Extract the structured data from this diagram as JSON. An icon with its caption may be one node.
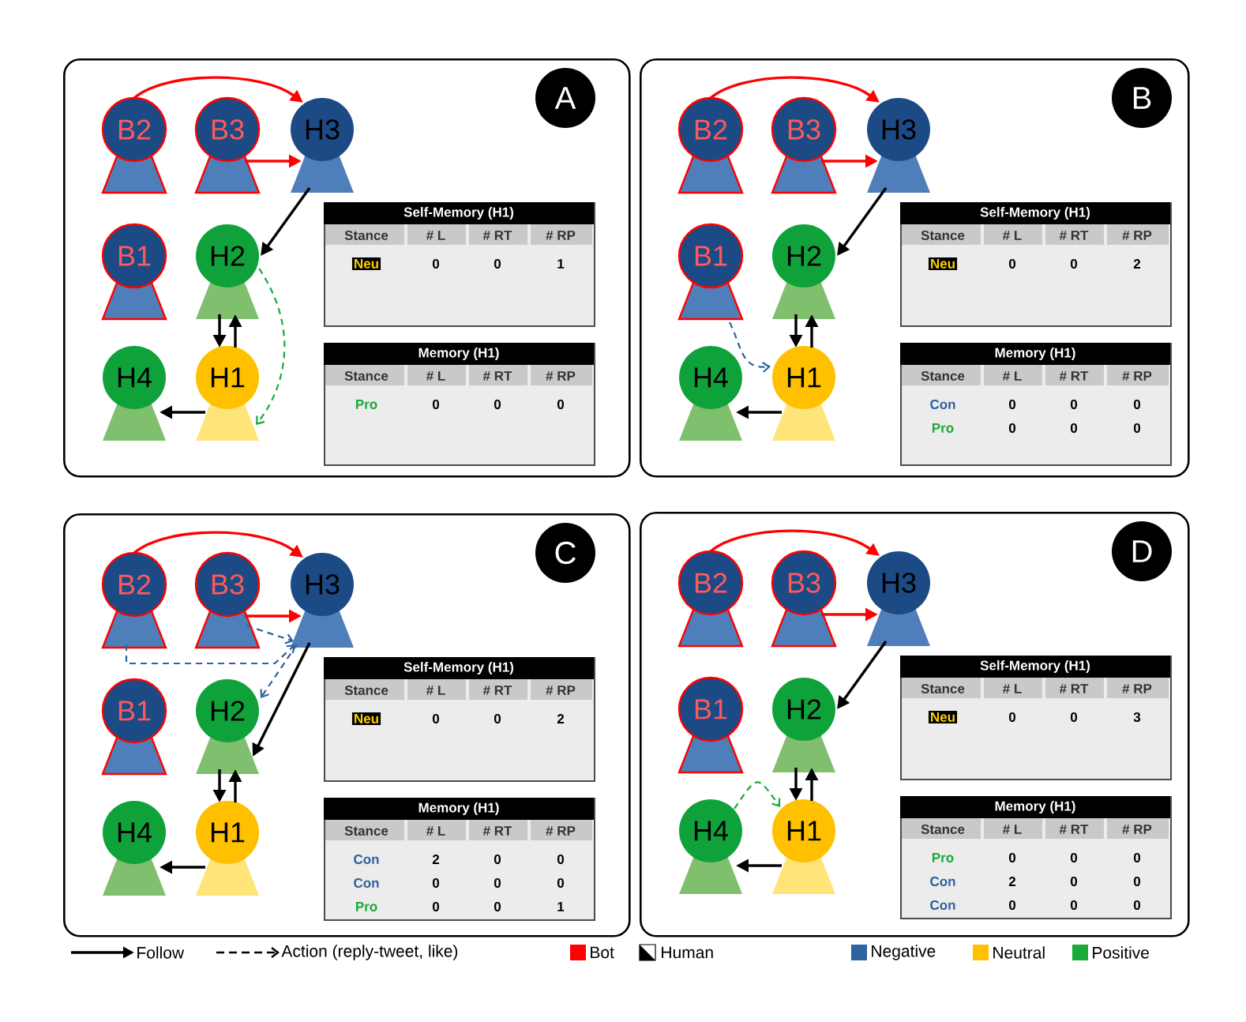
{
  "diagram": {
    "nodes": [
      {
        "text": [],
        "shape": "box"
      },
      {
        "text": [
          "A"
        ],
        "in": 0
      },
      {
        "text": [
          "B2"
        ],
        "in": 0
      },
      {
        "text": [
          "B3"
        ],
        "in": 0
      },
      {
        "text": [
          "H3"
        ],
        "in": 0
      },
      {
        "text": [
          "B1"
        ],
        "in": 0
      },
      {
        "text": [
          "H2"
        ],
        "in": 0
      },
      {
        "text": [
          "H4"
        ],
        "in": 0
      },
      {
        "text": [
          "H1"
        ],
        "in": 0
      },
      {
        "text": [
          "Self-Memory (H1)",
          "Stance",
          "# L",
          "# RT",
          "# RP",
          "Neu",
          "0",
          "0",
          "1"
        ],
        "in": 0
      },
      {
        "text": [
          "Memory (H1)",
          "Stance",
          "# L",
          "# RT",
          "# RP",
          "Pro",
          "0",
          "0",
          "0"
        ],
        "in": 0
      },
      {
        "text": [],
        "shape": "box"
      },
      {
        "text": [
          "B"
        ],
        "in": 11
      },
      {
        "text": [
          "B2"
        ],
        "in": 11
      },
      {
        "text": [
          "B3"
        ],
        "in": 11
      },
      {
        "text": [
          "H3"
        ],
        "in": 11
      },
      {
        "text": [
          "B1"
        ],
        "in": 11
      },
      {
        "text": [
          "H2"
        ],
        "in": 11
      },
      {
        "text": [
          "H4"
        ],
        "in": 11
      },
      {
        "text": [
          "H1"
        ],
        "in": 11
      },
      {
        "text": [
          "Self-Memory (H1)",
          "Stance",
          "# L",
          "# RT",
          "# RP",
          "Neu",
          "0",
          "0",
          "2"
        ],
        "in": 11
      },
      {
        "text": [
          "Memory (H1)",
          "Stance",
          "# L",
          "# RT",
          "# RP",
          "Con",
          "0",
          "0",
          "0",
          "Pro",
          "0",
          "0",
          "0"
        ],
        "in": 11
      },
      {
        "text": [],
        "shape": "box"
      },
      {
        "text": [
          "C"
        ],
        "in": 22
      },
      {
        "text": [
          "B2"
        ],
        "in": 22
      },
      {
        "text": [
          "B3"
        ],
        "in": 22
      },
      {
        "text": [
          "H3"
        ],
        "in": 22
      },
      {
        "text": [
          "B1"
        ],
        "in": 22
      },
      {
        "text": [
          "H2"
        ],
        "in": 22
      },
      {
        "text": [
          "H4"
        ],
        "in": 22
      },
      {
        "text": [
          "H1"
        ],
        "in": 22
      },
      {
        "text": [
          "Self-Memory (H1)",
          "Stance",
          "# L",
          "# RT",
          "# RP",
          "Neu",
          "0",
          "0",
          "2"
        ],
        "in": 22
      },
      {
        "text": [
          "Memory (H1)",
          "Stance",
          "# L",
          "# RT",
          "# RP",
          "Con",
          "2",
          "0",
          "0",
          "Con",
          "0",
          "0",
          "0",
          "Pro",
          "0",
          "0",
          "1"
        ],
        "in": 22
      },
      {
        "text": [],
        "shape": "box"
      },
      {
        "text": [
          "D"
        ],
        "in": 33
      },
      {
        "text": [
          "B2"
        ],
        "in": 33
      },
      {
        "text": [
          "B3"
        ],
        "in": 33
      },
      {
        "text": [
          "H3"
        ],
        "in": 33
      },
      {
        "text": [
          "B1"
        ],
        "in": 33
      },
      {
        "text": [
          "H2"
        ],
        "in": 33
      },
      {
        "text": [
          "H4"
        ],
        "in": 33
      },
      {
        "text": [
          "H1"
        ],
        "in": 33
      },
      {
        "text": [
          "Self-Memory (H1)",
          "Stance",
          "# L",
          "# RT",
          "# RP",
          "Neu",
          "0",
          "0",
          "3"
        ],
        "in": 33
      },
      {
        "text": [
          "Memory (H1)",
          "Stance",
          "# L",
          "# RT",
          "# RP",
          "Pro",
          "0",
          "0",
          "0",
          "Con",
          "2",
          "0",
          "0",
          "Con",
          "0",
          "0",
          "0"
        ],
        "in": 33
      }
    ],
    "edges": [
      {
        "from": 2,
        "to": 4,
        "arrow": "to",
        "color": "#ff0000"
      },
      {
        "from": 3,
        "to": 4,
        "arrow": "to",
        "color": "#ff0000"
      },
      {
        "from": 4,
        "to": 6,
        "arrow": "to"
      },
      {
        "from": 6,
        "to": 8,
        "arrow": "to"
      },
      {
        "from": 8,
        "to": 6,
        "arrow": "to"
      },
      {
        "from": 8,
        "to": 7,
        "arrow": "to"
      },
      {
        "from": 6,
        "to": 8,
        "arrow": "to",
        "style": "dashed",
        "color": "#1aaa3a"
      },
      {
        "from": 13,
        "to": 15,
        "arrow": "to",
        "color": "#ff0000"
      },
      {
        "from": 14,
        "to": 15,
        "arrow": "to",
        "color": "#ff0000"
      },
      {
        "from": 15,
        "to": 17,
        "arrow": "to"
      },
      {
        "from": 17,
        "to": 19,
        "arrow": "to"
      },
      {
        "from": 19,
        "to": 17,
        "arrow": "to"
      },
      {
        "from": 19,
        "to": 18,
        "arrow": "to"
      },
      {
        "from": 16,
        "to": 19,
        "arrow": "to",
        "style": "dashed",
        "color": "#2e62a0"
      },
      {
        "from": 24,
        "to": 26,
        "arrow": "to",
        "color": "#ff0000"
      },
      {
        "from": 25,
        "to": 26,
        "arrow": "to",
        "color": "#ff0000"
      },
      {
        "from": 26,
        "to": 28,
        "arrow": "to"
      },
      {
        "from": 28,
        "to": 30,
        "arrow": "to"
      },
      {
        "from": 30,
        "to": 28,
        "arrow": "to"
      },
      {
        "from": 30,
        "to": 29,
        "arrow": "to"
      },
      {
        "from": 24,
        "to": 26,
        "arrow": "to",
        "style": "dashed",
        "color": "#2e62a0"
      },
      {
        "from": 25,
        "to": 26,
        "arrow": "to",
        "style": "dashed",
        "color": "#2e62a0"
      },
      {
        "from": 26,
        "to": 28,
        "arrow": "to",
        "style": "dashed",
        "color": "#2e62a0"
      },
      {
        "from": 35,
        "to": 37,
        "arrow": "to",
        "color": "#ff0000"
      },
      {
        "from": 36,
        "to": 37,
        "arrow": "to",
        "color": "#ff0000"
      },
      {
        "from": 37,
        "to": 39,
        "arrow": "to"
      },
      {
        "from": 39,
        "to": 41,
        "arrow": "to"
      },
      {
        "from": 41,
        "to": 39,
        "arrow": "to"
      },
      {
        "from": 41,
        "to": 40,
        "arrow": "to"
      },
      {
        "from": 40,
        "to": 41,
        "arrow": "to",
        "style": "dashed",
        "color": "#1aaa3a"
      }
    ],
    "legend": [
      {
        "text": "Follow"
      },
      {
        "text": "Action (reply-tweet, like)"
      },
      {
        "text": "Bot",
        "color": "#ff0000"
      },
      {
        "text": "Human"
      },
      {
        "text": "Negative",
        "color": "#2e62a0"
      },
      {
        "text": "Neutral",
        "color": "#ffc000"
      },
      {
        "text": "Positive",
        "color": "#1aaa3a"
      }
    ]
  }
}
